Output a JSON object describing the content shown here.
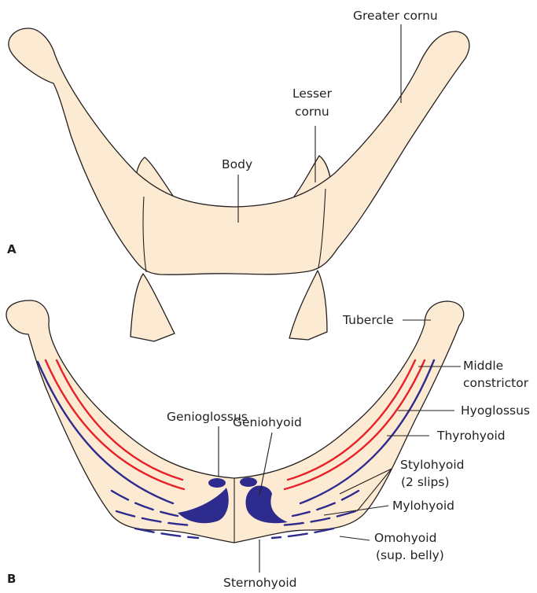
{
  "panel_a": {
    "letter": "A",
    "labels": {
      "greater_cornu": "Greater cornu",
      "lesser_cornu_line1": "Lesser",
      "lesser_cornu_line2": "cornu",
      "body": "Body"
    }
  },
  "panel_b": {
    "letter": "B",
    "labels": {
      "tubercle": "Tubercle",
      "middle_constrictor_line1": "Middle",
      "middle_constrictor_line2": "constrictor",
      "hyoglossus": "Hyoglossus",
      "thyrohyoid": "Thyrohyoid",
      "stylohyoid_line1": "Stylohyoid",
      "stylohyoid_line2": "(2 slips)",
      "mylohyoid": "Mylohyoid",
      "omohyoid_line1": "Omohyoid",
      "omohyoid_line2": "(sup. belly)",
      "sternohyoid": "Sternohyoid",
      "genioglossus": "Genioglossus",
      "geniohyoid": "Geniohyoid"
    }
  },
  "colors": {
    "bone_fill": "#fcebd2",
    "outline": "#231f20",
    "muscle_red": "#e8202a",
    "muscle_blue": "#2e2b8f"
  }
}
